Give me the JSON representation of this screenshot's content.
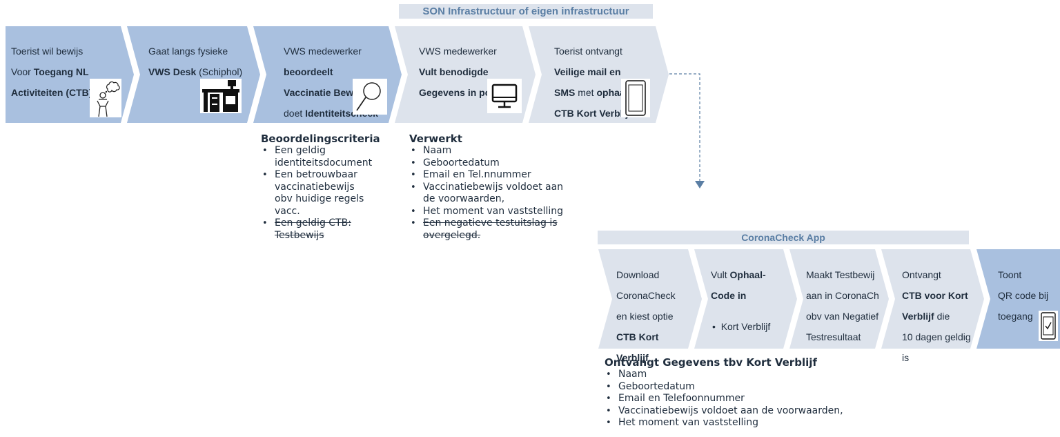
{
  "banner_top": "SON Infrastructuur of eigen infrastructuur",
  "banner_bottom": "CoronaCheck App",
  "colors": {
    "blue_step": "#a9c0df",
    "grey_step": "#dde3ec",
    "banner_text": "#5a7ea4",
    "connector": "#5a7ea4"
  },
  "top_steps": [
    {
      "line1": "Toerist wil bewijs",
      "line2a": "Voor ",
      "line2b": "Toegang NL",
      "line3": "Activiteiten (CTB)",
      "icon": "person-thinking-icon"
    },
    {
      "line1": "Gaat langs fysieke",
      "line2b": "VWS Desk",
      "line2c": " (Schiphol)",
      "icon": "desk-icon"
    },
    {
      "line1": "VWS medewerker",
      "line2": "beoordeelt",
      "line3": "Vaccinatie Bewijs",
      "line3c": " en",
      "line4a": "doet ",
      "line4b": "Identiteitscheck",
      "icon": "magnifier-icon"
    },
    {
      "line1": "VWS medewerker",
      "line2": "Vult benodigde",
      "line3": "Gegevens in portaal",
      "icon": "monitor-icon"
    },
    {
      "line1": "Toerist ontvangt",
      "line2": "Veilige mail en",
      "line3a": "SMS",
      "line3b": " met ",
      "line3c": "ophaalcode",
      "line4": "CTB Kort Verblijf",
      "icon": "phone-icon"
    }
  ],
  "bottom_steps": [
    {
      "line1": "Download",
      "line2": "CoronaCheck",
      "line3": "en kiest optie",
      "line4": "CTB Kort",
      "line5": "Verblijf"
    },
    {
      "line1a": "Vult ",
      "line1b": "Ophaal-",
      "line2": "Code in",
      "bullet": "Kort Verblijf"
    },
    {
      "line1": "Maakt Testbewij",
      "line2": "aan in CoronaCh",
      "line3": "obv van Negatief",
      "line4": "Testresultaat"
    },
    {
      "line1": "Ontvangt",
      "line2": "CTB voor Kort",
      "line3a": "Verblijf",
      "line3b": " die",
      "line4": "10 dagen geldig",
      "line5": "is"
    },
    {
      "line1": "Toont",
      "line2": "QR code bij",
      "line3": "toegang",
      "icon": "phone-check-icon"
    }
  ],
  "criteria": {
    "title": "Beoordelingscriteria",
    "items": [
      {
        "lines": [
          "Een geldig",
          "identiteitsdocument"
        ],
        "struck": false
      },
      {
        "lines": [
          "Een betrouwbaar",
          "vaccinatiebewijs",
          "obv huidige regels",
          "vacc."
        ],
        "struck": false
      },
      {
        "lines": [
          "Een geldig CTB:",
          "Testbewijs"
        ],
        "struck": true
      }
    ]
  },
  "processed": {
    "title": "Verwerkt",
    "items": [
      {
        "lines": [
          "Naam"
        ],
        "struck": false
      },
      {
        "lines": [
          "Geboortedatum"
        ],
        "struck": false
      },
      {
        "lines": [
          "Email en Tel.nnummer"
        ],
        "struck": false
      },
      {
        "lines": [
          "Vaccinatiebewijs voldoet aan",
          "de voorwaarden,"
        ],
        "struck": false
      },
      {
        "lines": [
          "Het moment van vaststelling"
        ],
        "struck": false
      },
      {
        "lines": [
          "Een negatieve testuitslag is",
          "overgelegd."
        ],
        "struck": true
      }
    ]
  },
  "received": {
    "title": "Ontvangt Gegevens tbv Kort Verblijf",
    "items": [
      {
        "lines": [
          "Naam"
        ],
        "struck": false
      },
      {
        "lines": [
          "Geboortedatum"
        ],
        "struck": false
      },
      {
        "lines": [
          "Email en Telefoonnummer"
        ],
        "struck": false
      },
      {
        "lines": [
          "Vaccinatiebewijs voldoet aan de voorwaarden,"
        ],
        "struck": false
      },
      {
        "lines": [
          "Het moment van vaststelling"
        ],
        "struck": false
      }
    ]
  }
}
